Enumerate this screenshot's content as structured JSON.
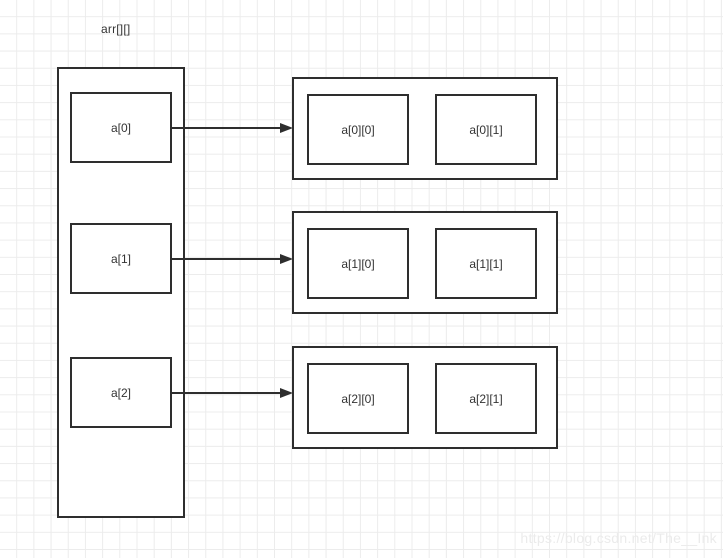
{
  "diagram": {
    "title_label": "arr[][]",
    "watermark": "https://blog.csdn.net/The__Ink",
    "colors": {
      "border": "#2e2e2e",
      "text": "#333333",
      "grid": "#ececec",
      "background": "#ffffff",
      "watermark": "#ebebeb"
    },
    "left_column": {
      "name": "array-reference-column",
      "cells": [
        {
          "label": "a[0]"
        },
        {
          "label": "a[1]"
        },
        {
          "label": "a[2]"
        }
      ]
    },
    "rows": [
      {
        "name": "row-0",
        "cells": [
          {
            "label": "a[0][0]"
          },
          {
            "label": "a[0][1]"
          }
        ]
      },
      {
        "name": "row-1",
        "cells": [
          {
            "label": "a[1][0]"
          },
          {
            "label": "a[1][1]"
          }
        ]
      },
      {
        "name": "row-2",
        "cells": [
          {
            "label": "a[2][0]"
          },
          {
            "label": "a[2][1]"
          }
        ]
      }
    ],
    "arrows": [
      {
        "name": "arrow-a0-to-row0",
        "from": "a[0]",
        "to": "a[0][0]"
      },
      {
        "name": "arrow-a1-to-row1",
        "from": "a[1]",
        "to": "a[1][0]"
      },
      {
        "name": "arrow-a2-to-row2",
        "from": "a[2]",
        "to": "a[2][0]"
      }
    ]
  }
}
